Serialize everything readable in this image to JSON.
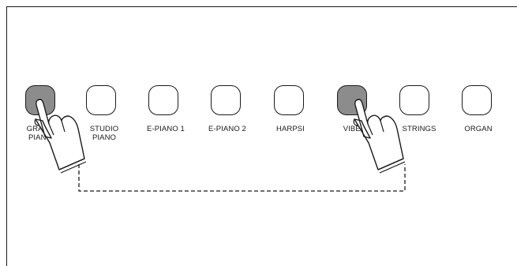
{
  "tone_buttons": [
    {
      "line1": "GRAND",
      "line2": "PIANO",
      "pressed": true
    },
    {
      "line1": "STUDIO",
      "line2": "PIANO",
      "pressed": false
    },
    {
      "line1": "E-PIANO 1",
      "line2": "",
      "pressed": false
    },
    {
      "line1": "E-PIANO 2",
      "line2": "",
      "pressed": false
    },
    {
      "line1": "HARPSI",
      "line2": "",
      "pressed": false
    },
    {
      "line1": "VIBES",
      "line2": "",
      "pressed": true
    },
    {
      "line1": "STRINGS",
      "line2": "",
      "pressed": false
    },
    {
      "line1": "ORGAN",
      "line2": "",
      "pressed": false
    }
  ],
  "colors": {
    "line": "#1a1a1a",
    "pressed_fill": "#8c8c8c",
    "background": "#ffffff"
  },
  "icons": [
    "pointing-hand-icon",
    "pointing-hand-icon"
  ]
}
